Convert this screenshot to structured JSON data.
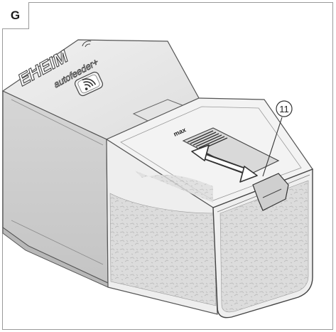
{
  "figure": {
    "panel_letter": "G",
    "callout_number": "11",
    "brand_name": "EHEIM",
    "product_name": "autofeeder+",
    "slider_label": "max"
  },
  "colors": {
    "frame": "#9a9a9a",
    "body_light": "#e6e6e6",
    "body_mid": "#d4d4d4",
    "body_dark": "#bdbdbd",
    "outline": "#555555",
    "food": "#d9d9d9"
  },
  "icons": [
    "wifi-icon",
    "double-arrow-icon"
  ]
}
